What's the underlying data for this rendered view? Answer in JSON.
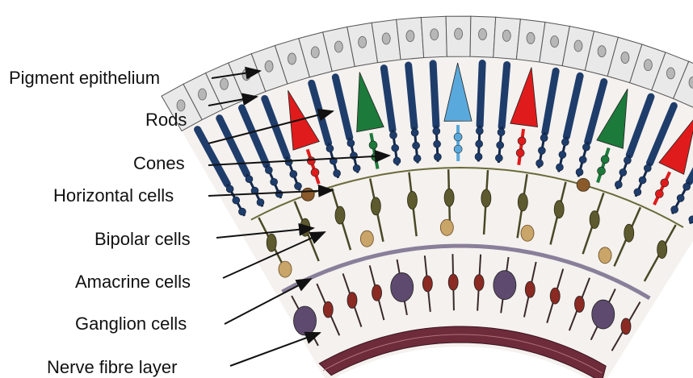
{
  "labels": [
    "Pigment epithelium",
    "Rods",
    "Cones",
    "Horizontal cells",
    "Bipolar cells",
    "Amacrine cells",
    "Ganglion cells",
    "Nerve fibre layer"
  ],
  "colors": {
    "rod": "#1f3d6b",
    "rod_dark": "#14284a",
    "cone_red": "#e01b1b",
    "cone_green": "#1c7a3a",
    "cone_blue": "#5aa9dc",
    "epithelium": "#e9e9e9",
    "neuron_olive": "#5c5a2e",
    "neuron_tan": "#c9a56a",
    "amacrine": "#8a7f9a",
    "ganglion": "#5e4a6e",
    "ganglion_red": "#8a2a22",
    "nerve_fibre": "#6e2b3a",
    "leader_line": "#111111"
  },
  "cone_colors": [
    "red",
    "green",
    "blue",
    "red",
    "green",
    "red"
  ]
}
